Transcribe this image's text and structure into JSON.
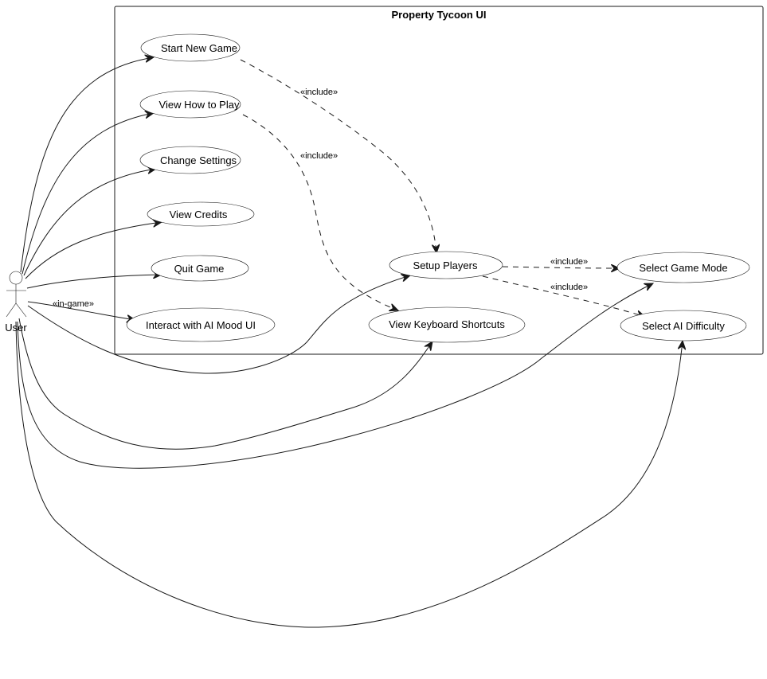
{
  "system": {
    "title": "Property Tycoon UI"
  },
  "actor": {
    "name": "User",
    "icon": "actor-stick-figure-icon"
  },
  "use_cases": {
    "start_new_game": "Start New Game",
    "view_how_to_play": "View How to Play",
    "change_settings": "Change Settings",
    "view_credits": "View Credits",
    "quit_game": "Quit Game",
    "interact_ai_mood": "Interact with AI Mood UI",
    "setup_players": "Setup Players",
    "view_keyboard_shortcuts": "View Keyboard Shortcuts",
    "select_game_mode": "Select Game Mode",
    "select_ai_difficulty": "Select AI Difficulty"
  },
  "labels": {
    "include_start_setup": "«include»",
    "include_howto_shortcuts": "«include»",
    "include_setup_mode": "«include»",
    "include_setup_difficulty": "«include»",
    "in_game": "«in-game»"
  },
  "colors": {
    "line": "#181818",
    "actor_fill": "#f1f1f1",
    "background": "#ffffff"
  }
}
